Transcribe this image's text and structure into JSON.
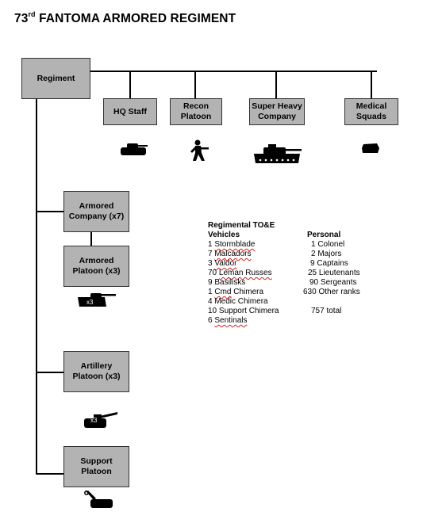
{
  "title": {
    "prefix": "73",
    "sup": "rd",
    "rest": " FANTOMA ARMORED REGIMENT"
  },
  "units": {
    "regiment": "Regiment",
    "hq_staff": "HQ Staff",
    "recon_platoon": "Recon\nPlatoon",
    "super_heavy_company": "Super Heavy\nCompany",
    "medical_squads": "Medical\nSquads",
    "armored_company": "Armored\nCompany (x7)",
    "armored_platoon": "Armored\nPlatoon (x3)",
    "artillery_platoon": "Artillery\nPlatoon (x3)",
    "support_platoon": "Support\nPlatoon"
  },
  "icons": {
    "hq": "chimera-tank-icon",
    "recon": "infantry-soldier-icon",
    "superheavy": "super-heavy-tank-icon",
    "medical": "medic-chimera-icon",
    "armored": "leman-russ-tank-icon",
    "artillery": "basilisk-artillery-icon",
    "support": "crane-vehicle-icon"
  },
  "toe": {
    "title": "Regimental TO&E",
    "vehicles_header": "Vehicles",
    "personal_header": "Personal",
    "vehicles": [
      {
        "count": "1",
        "name": "Stormblade",
        "underline": true
      },
      {
        "count": "7",
        "name": "Malcadors",
        "underline": true
      },
      {
        "count": "3",
        "name": "Valdor",
        "underline": true
      },
      {
        "count": "70",
        "name": "Leman Russes",
        "underline": true
      },
      {
        "count": "9",
        "name": "Basilisks",
        "underline": false
      },
      {
        "count": "1",
        "name": "Cmd",
        "suffix": " Chimera",
        "underline": true
      },
      {
        "count": "4",
        "name": "Medic Chimera",
        "underline": false
      },
      {
        "count": "10",
        "name": "Support Chimera",
        "underline": false
      },
      {
        "count": "6",
        "name": "Sentinals",
        "underline": true
      }
    ],
    "personal": [
      "1 Colonel",
      "2 Majors",
      "9 Captains",
      "25 Lieutenants",
      "90 Sergeants",
      "630 Other ranks",
      "",
      "757 total"
    ]
  },
  "badges": {
    "armored": "x3",
    "artillery": "x3"
  }
}
